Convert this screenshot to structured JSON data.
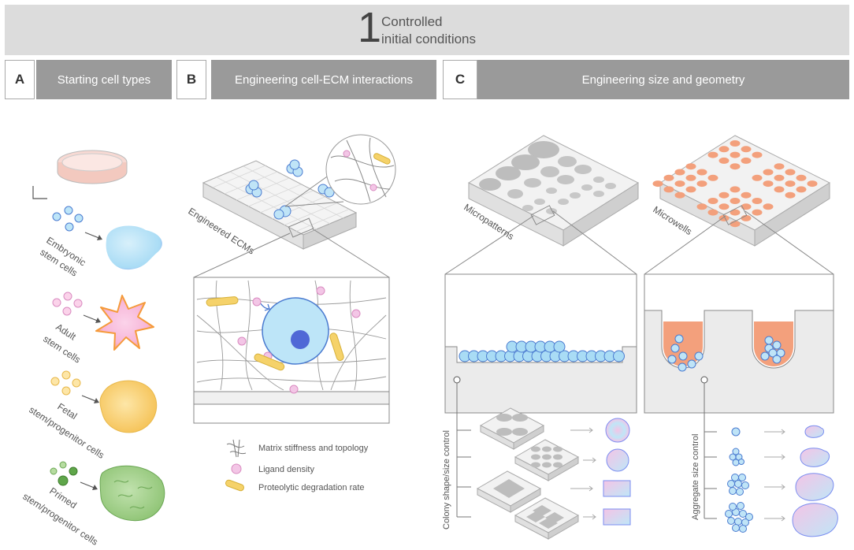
{
  "header": {
    "number": "1",
    "title_line1": "Controlled",
    "title_line2": "initial conditions"
  },
  "sections": [
    {
      "letter": "A",
      "title": "Starting cell types"
    },
    {
      "letter": "B",
      "title": "Engineering cell-ECM interactions"
    },
    {
      "letter": "C",
      "title": "Engineering size and geometry"
    }
  ],
  "cell_types": [
    {
      "line1": "Embryonic",
      "line2": "stem cells"
    },
    {
      "line1": "Adult",
      "line2": "stem cells"
    },
    {
      "line1": "Fetal",
      "line2": "stem/progenitor cells"
    },
    {
      "line1": "Primed",
      "line2": "stem/progenitor cells"
    }
  ],
  "ecm": {
    "plate_label": "Engineered ECMs",
    "legend": [
      "Matrix stiffness and topology",
      "Ligand density",
      "Proteolytic degradation rate"
    ]
  },
  "geometry": {
    "micropatterns_label": "Micropatterns",
    "microwells_label": "Microwells",
    "colony_control_label": "Colony shape/size control",
    "aggregate_control_label": "Aggregate size control"
  },
  "colors": {
    "banner": "#dcdcdc",
    "section_header": "#9a9a9a",
    "stem_blue": "#a9dcf5",
    "adult_pink": "#f7b6d8",
    "adult_orange": "#f59a3a",
    "fetal_yellow": "#f8cd6a",
    "primed_green": "#9ccc84",
    "ligand_pink": "#f3c6e6",
    "degradation_yellow": "#f5d26a",
    "microwell_orange": "#f3a07c"
  }
}
